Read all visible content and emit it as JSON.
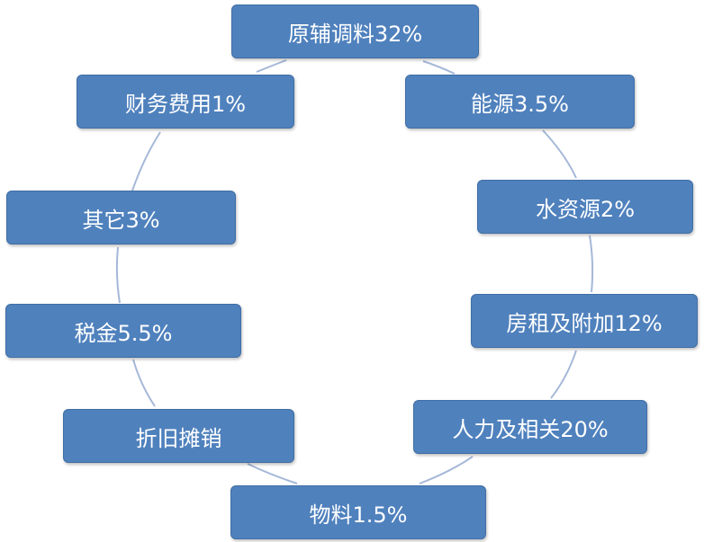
{
  "diagram": {
    "type": "cycle",
    "colors": {
      "node_fill": "#4f81bd",
      "node_border": "#3f6ea5",
      "connector": "#a5b8d8",
      "text": "#ffffff"
    },
    "nodes": [
      {
        "id": "raw-materials",
        "label": "原辅调料32%"
      },
      {
        "id": "energy",
        "label": "能源3.5%"
      },
      {
        "id": "water",
        "label": "水资源2%"
      },
      {
        "id": "rent",
        "label": "房租及附加12%"
      },
      {
        "id": "labor",
        "label": "人力及相关20%"
      },
      {
        "id": "supplies",
        "label": "物料1.5%"
      },
      {
        "id": "depreciation",
        "label": "折旧摊销"
      },
      {
        "id": "tax",
        "label": "税金5.5%"
      },
      {
        "id": "other",
        "label": "其它3%"
      },
      {
        "id": "finance",
        "label": "财务费用1%"
      }
    ]
  }
}
